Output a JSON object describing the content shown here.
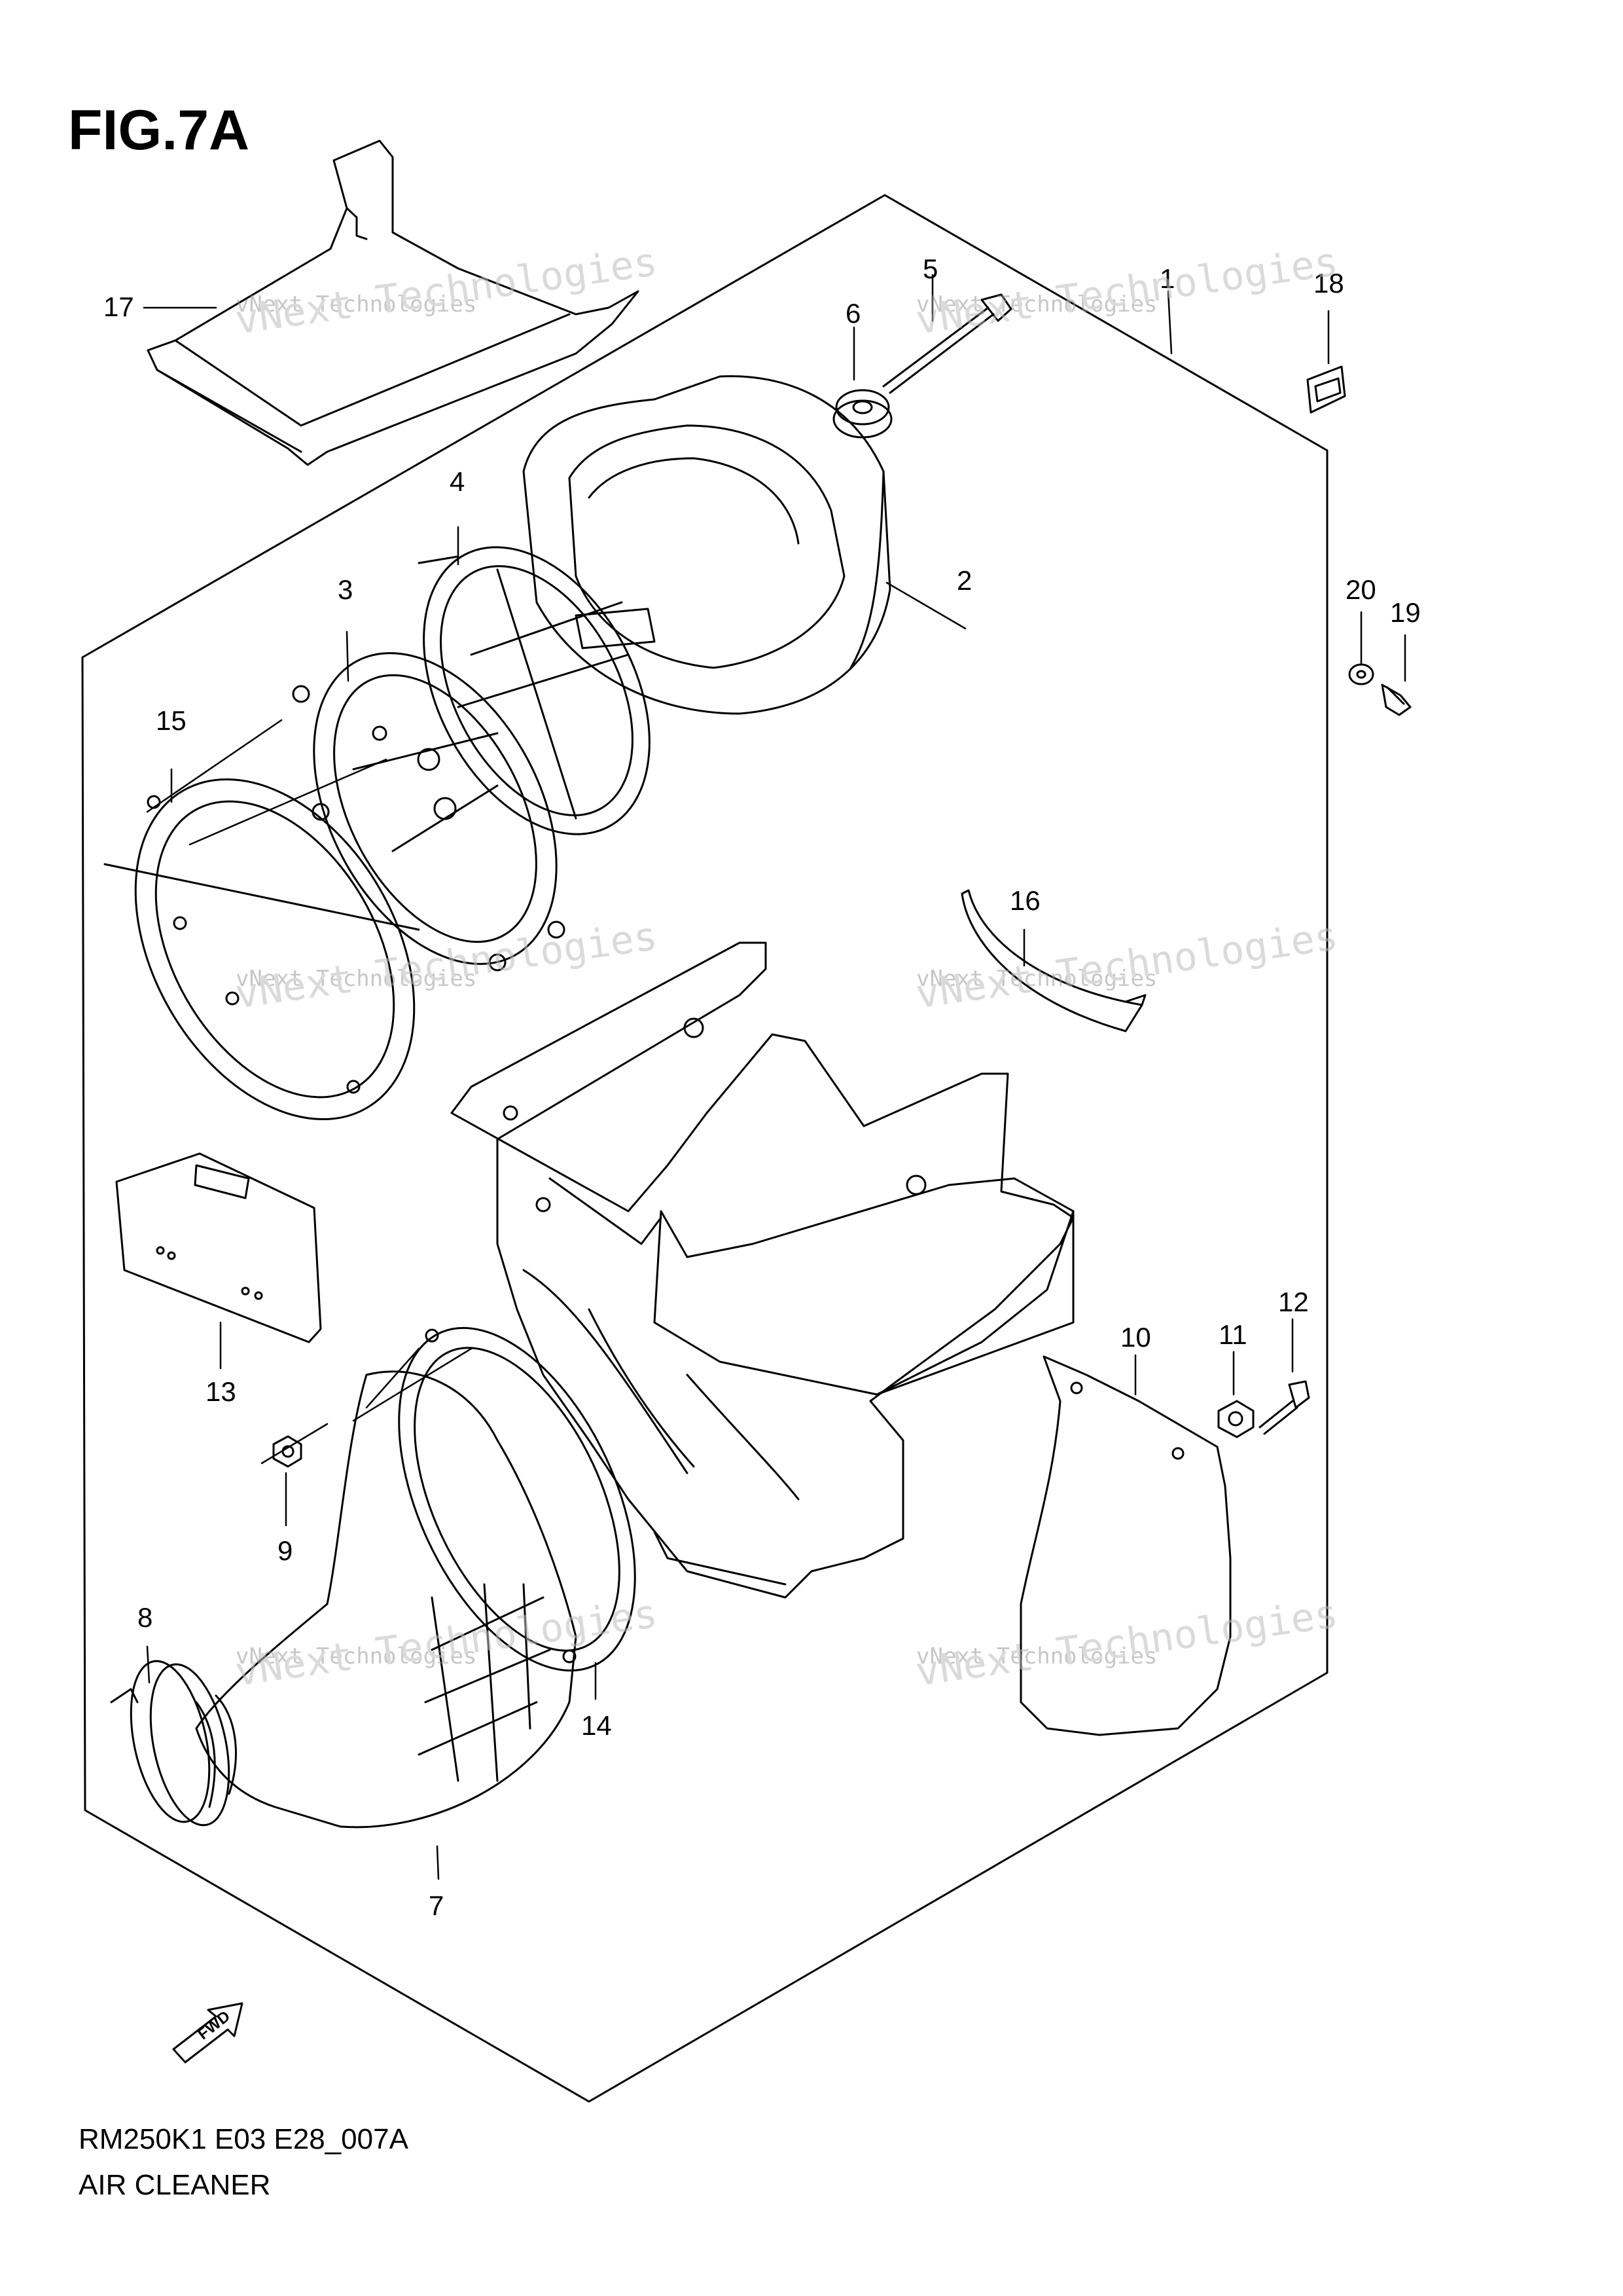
{
  "figure": {
    "title": "FIG.7A",
    "code": "RM250K1 E03 E28_007A",
    "name": "AIR CLEANER",
    "arrow_label": "FWD"
  },
  "callouts": [
    "1",
    "2",
    "3",
    "4",
    "5",
    "6",
    "7",
    "8",
    "9",
    "10",
    "11",
    "12",
    "13",
    "14",
    "15",
    "16",
    "17",
    "18",
    "19",
    "20"
  ],
  "watermark": {
    "line1": "vNext Technologies",
    "line2": "vNext Technologies"
  }
}
